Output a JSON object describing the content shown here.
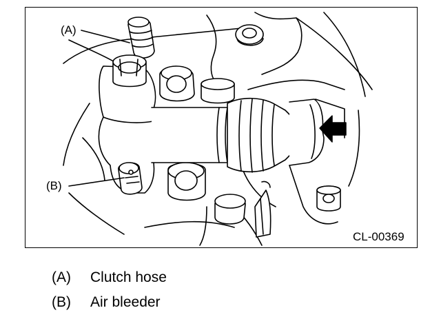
{
  "figure": {
    "callouts": [
      {
        "key": "A",
        "text": "(A)"
      },
      {
        "key": "B",
        "text": "(B)"
      }
    ],
    "figure_code": "CL-00369"
  },
  "legend": [
    {
      "key": "(A)",
      "text": "Clutch hose"
    },
    {
      "key": "(B)",
      "text": "Air bleeder"
    }
  ]
}
